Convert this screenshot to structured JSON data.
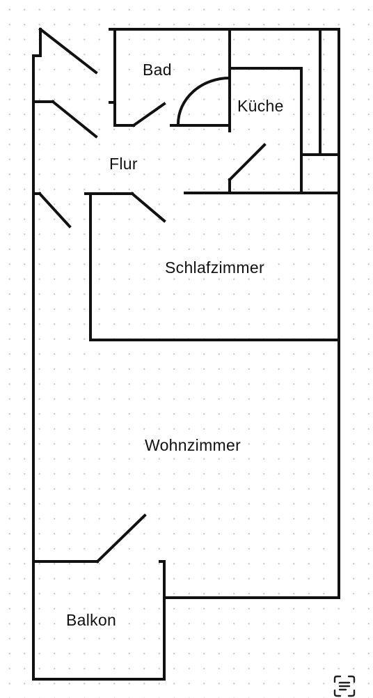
{
  "rooms": {
    "bad": "Bad",
    "kueche": "Küche",
    "flur": "Flur",
    "schlafzimmer": "Schlafzimmer",
    "wohnzimmer": "Wohnzimmer",
    "balkon": "Balkon"
  },
  "icons": {
    "corner": "text-scan-icon"
  },
  "colors": {
    "wall": "#111111",
    "background": "#ffffff",
    "grid_dot": "#cfcfcf"
  }
}
